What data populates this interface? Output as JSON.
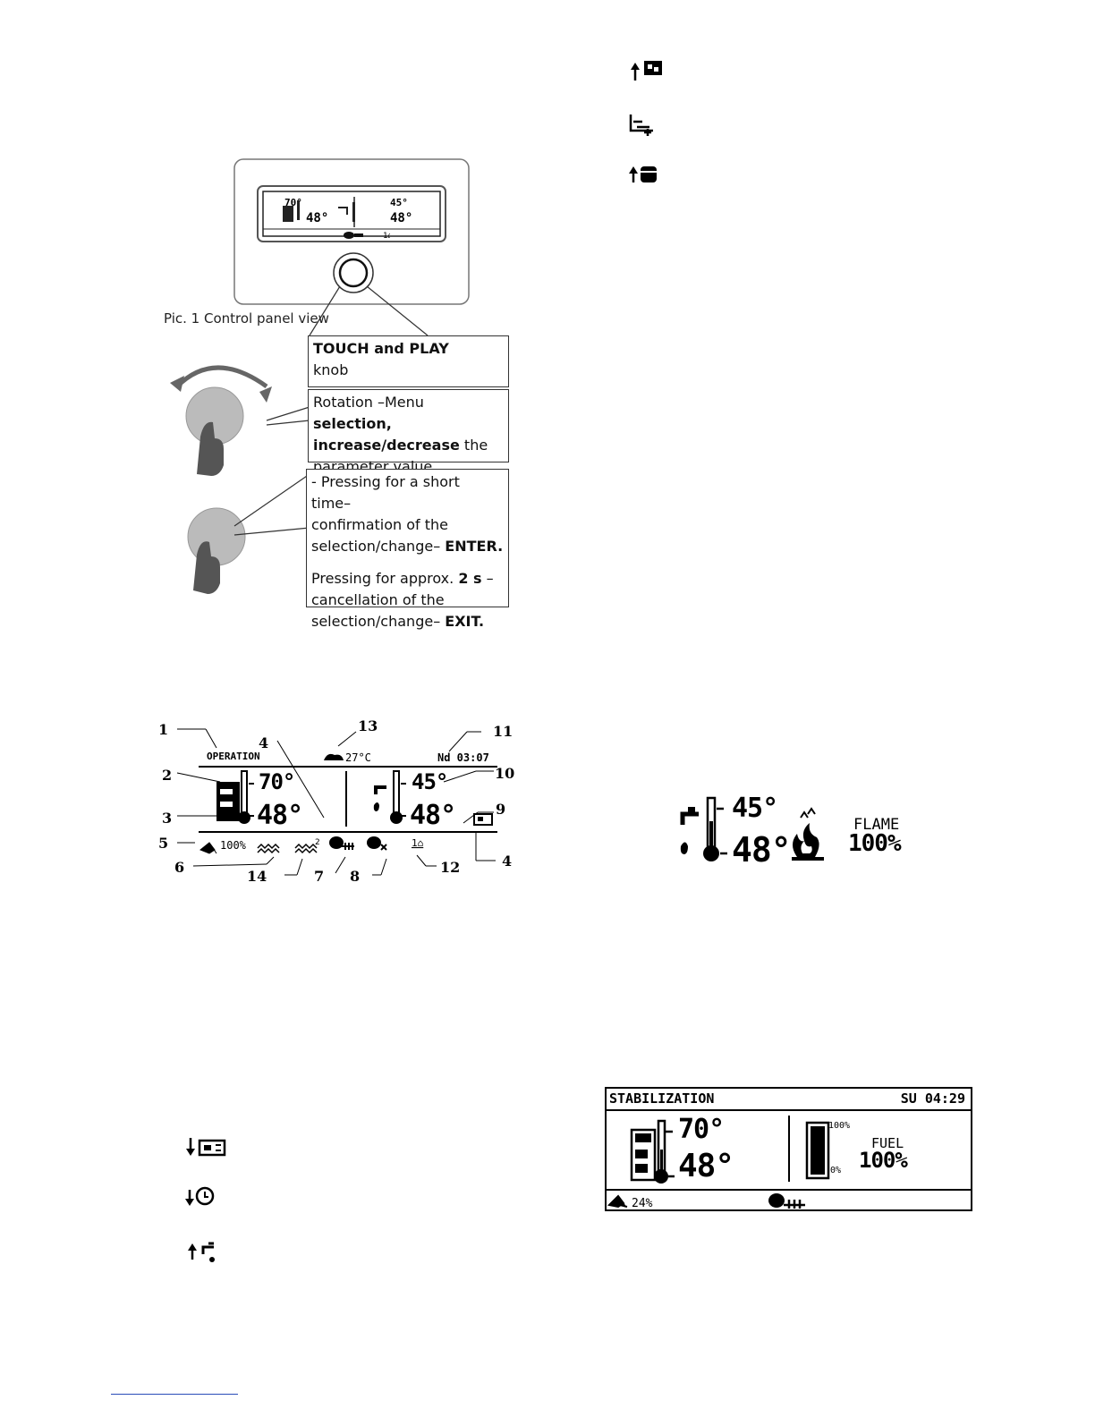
{
  "pic1": {
    "caption": "Pic. 1 Control panel view",
    "screen": {
      "boiler_set": "70°",
      "boiler_actual": "48°",
      "dhw_set": "45°",
      "dhw_actual": "48°"
    },
    "touch_play": {
      "title": "TOUCH and PLAY",
      "sub": "knob"
    },
    "rotation": {
      "pre": "Rotation –Menu ",
      "b1": "selection,",
      "b2": "increase/decrease",
      "mid": " the",
      "post": "parameter value"
    },
    "press": {
      "l1": "- Pressing for a short time–",
      "l2": "confirmation of the",
      "l3_pre": "selection/change– ",
      "l3_b": "ENTER.",
      "l4_pre": "Pressing for approx. ",
      "l4_b": "2 s",
      "l4_post": " –",
      "l5": "cancellation of the",
      "l6_pre": "selection/change– ",
      "l6_b": "EXIT."
    }
  },
  "pic2": {
    "status": "OPERATION",
    "weather": "27°C",
    "clock": "Nd 03:07",
    "boiler_set": "70°",
    "boiler_actual": "48°",
    "dhw_set": "45°",
    "dhw_actual": "48°",
    "fan": "100%",
    "callouts": [
      "1",
      "2",
      "3",
      "4",
      "5",
      "6",
      "14",
      "7",
      "8",
      "12",
      "4",
      "9",
      "10",
      "11",
      "13"
    ]
  },
  "flame_panel": {
    "dhw_set": "45°",
    "dhw_actual": "48°",
    "label": "FLAME",
    "value": "100%"
  },
  "stabilization": {
    "status": "STABILIZATION",
    "clock": "SU 04:29",
    "boiler_set": "70°",
    "boiler_actual": "48°",
    "bar_max": "100%",
    "bar_min": "0%",
    "fuel_label": "FUEL",
    "fuel_value": "100%",
    "fan": "24%"
  },
  "icons": {
    "left": [
      "arrow-down-feeder-icon",
      "arrow-down-clock-icon",
      "arrow-up-tap-icon"
    ],
    "right": [
      "arrow-up-flag-icon",
      "schedule-icon",
      "arrow-up-tank-icon"
    ]
  }
}
